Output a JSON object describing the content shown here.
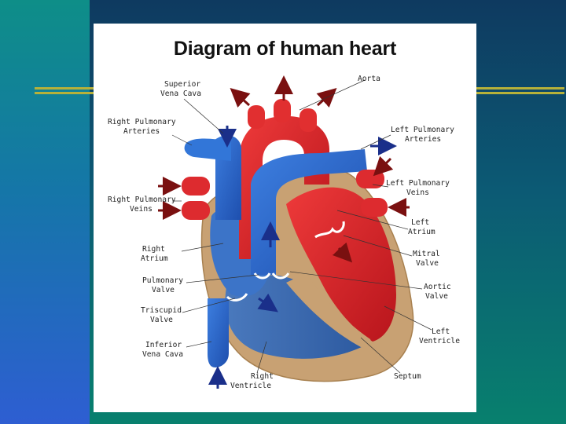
{
  "slide": {
    "title": "Diagram of human heart"
  },
  "labels": {
    "superior_vena_cava": [
      "Superior",
      "Vena Cava"
    ],
    "aorta": [
      "Aorta"
    ],
    "right_pulmonary_arteries": [
      "Right Pulmonary",
      "Arteries"
    ],
    "left_pulmonary_arteries": [
      "Left Pulmonary",
      "Arteries"
    ],
    "left_pulmonary_veins": [
      "Left Pulmonary",
      "Veins"
    ],
    "right_pulmonary_veins": [
      "Right Pulmonary",
      "Veins"
    ],
    "left_atrium": [
      "Left",
      "Atrium"
    ],
    "right_atrium": [
      "Right",
      "Atrium"
    ],
    "mitral_valve": [
      "Mitral",
      "Valve"
    ],
    "pulmonary_valve": [
      "Pulmonary",
      "Valve"
    ],
    "aortic_valve": [
      "Aortic",
      "Valve"
    ],
    "tricuspid_valve": [
      "Triscupid",
      "Valve"
    ],
    "left_ventricle": [
      "Left",
      "Ventricle"
    ],
    "inferior_vena_cava": [
      "Inferior",
      "Vena Cava"
    ],
    "right_ventricle": [
      "Right",
      "Ventricle"
    ],
    "septum": [
      "Septum"
    ]
  },
  "colors": {
    "oxygenated": "#d7242b",
    "deoxygenated": "#2f6fd0",
    "pericardium": "#c8a173",
    "arrow_red": "#7a1010",
    "arrow_blue": "#1a2f8a"
  }
}
